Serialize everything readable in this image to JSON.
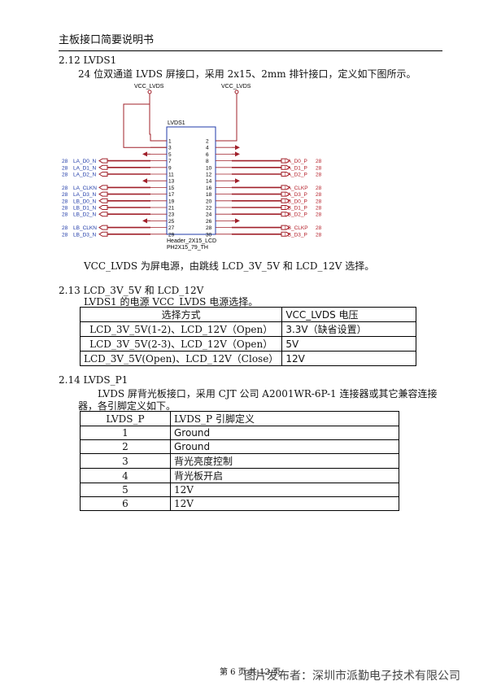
{
  "header": {
    "title": "主板接口简要说明书"
  },
  "sec212": {
    "title": "2.12 LVDS1",
    "desc": "24 位双通道 LVDS 屏接口，采用 2x15、2mm 排针接口，定义如下图所示。",
    "note": "VCC_LVDS 为屏电源，由跳线 LCD_3V_5V 和 LCD_12V 选择。"
  },
  "schematic": {
    "vcc_left": "VCC_LVDS",
    "vcc_right": "VCC_LVDS",
    "ref": "LVDS1",
    "part1": "Header_2X15_LCD",
    "part2": "PH2X15_79_TH",
    "odd_pins": [
      "1",
      "3",
      "5",
      "7",
      "9",
      "11",
      "13",
      "15",
      "17",
      "19",
      "21",
      "23",
      "25",
      "27",
      "29"
    ],
    "even_pins": [
      "2",
      "4",
      "6",
      "8",
      "10",
      "12",
      "14",
      "16",
      "18",
      "20",
      "22",
      "24",
      "26",
      "28",
      "30"
    ],
    "left_signals": [
      {
        "page": "28",
        "name": "LA_D0_N"
      },
      {
        "page": "28",
        "name": "LA_D1_N"
      },
      {
        "page": "28",
        "name": "LA_D2_N"
      },
      {
        "page": "28",
        "name": "LA_CLKN"
      },
      {
        "page": "28",
        "name": "LA_D3_N"
      },
      {
        "page": "28",
        "name": "LB_D0_N"
      },
      {
        "page": "28",
        "name": "LB_D1_N"
      },
      {
        "page": "28",
        "name": "LB_D2_N"
      },
      {
        "page": "28",
        "name": "LB_CLKN"
      },
      {
        "page": "28",
        "name": "LB_D3_N"
      }
    ],
    "right_signals": [
      {
        "name": "LA_D0_P",
        "page": "28"
      },
      {
        "name": "LA_D1_P",
        "page": "28"
      },
      {
        "name": "LA_D2_P",
        "page": "28"
      },
      {
        "name": "LA_CLKP",
        "page": "28"
      },
      {
        "name": "LA_D3_P",
        "page": "28"
      },
      {
        "name": "LB_D0_P",
        "page": "28"
      },
      {
        "name": "LB_D1_P",
        "page": "28"
      },
      {
        "name": "LB_D2_P",
        "page": "28"
      },
      {
        "name": "LB_CLKP",
        "page": "28"
      },
      {
        "name": "LB_D3_P",
        "page": "28"
      }
    ],
    "colors": {
      "blue": "#1f3aa8",
      "red": "#b5202a",
      "wire": "#a0202a",
      "box": "#1f3aa8"
    }
  },
  "sec213": {
    "title": "2.13 LCD_3V_5V  和  LCD_12V",
    "desc": "LVDS1 的电源 VCC_LVDS 电源选择。",
    "headers": [
      "选择方式",
      "VCC_LVDS  电压"
    ],
    "rows": [
      [
        "LCD_3V_5V(1-2)、LCD_12V（Open）",
        "3.3V（缺省设置）"
      ],
      [
        "LCD_3V_5V(2-3)、LCD_12V（Open）",
        "5V"
      ],
      [
        "LCD_3V_5V(Open)、LCD_12V（Close）",
        "12V"
      ]
    ]
  },
  "sec214": {
    "title": "2.14    LVDS_P1",
    "desc1": "LVDS 屏背光板接口，采用 CJT 公司 A2001WR-6P-1 连接器或其它兼容连接",
    "desc2": "器，各引脚定义如下。",
    "headers": [
      "LVDS_P",
      "LVDS_P 引脚定义"
    ],
    "rows": [
      [
        "1",
        "Ground"
      ],
      [
        "2",
        "Ground"
      ],
      [
        "3",
        "背光亮度控制"
      ],
      [
        "4",
        "背光板开启"
      ],
      [
        "5",
        "12V"
      ],
      [
        "6",
        "12V"
      ]
    ]
  },
  "footer": {
    "page": "第 6 页 共 12 页"
  },
  "watermark": "图片发布者：深圳市派勤电子技术有限公司"
}
